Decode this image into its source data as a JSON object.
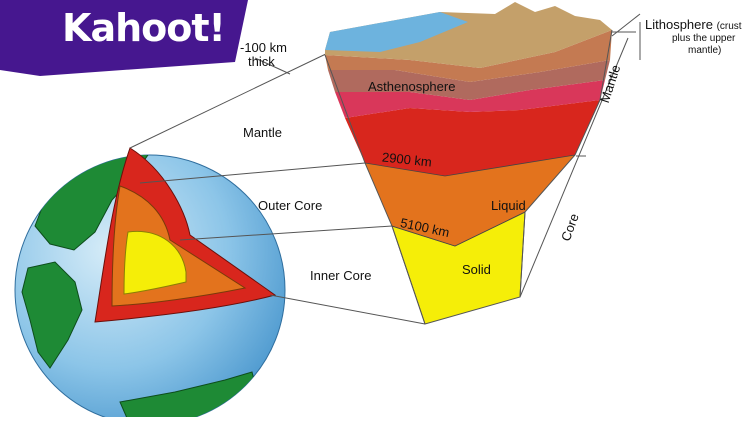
{
  "logo": {
    "text": "Kahoot!",
    "color": "#46178f"
  },
  "labels": {
    "thickness_line1": "-100 km",
    "thickness_line2": "thick",
    "lithosphere_title": "Lithosphere",
    "lithosphere_note1": "(crust",
    "lithosphere_note2": "plus the upper",
    "lithosphere_note3": "mantle)",
    "asthenosphere": "Asthenosphere",
    "mantle_left": "Mantle",
    "mantle_right": "Mantle",
    "depth_2900": "2900 km",
    "outer_core": "Outer Core",
    "liquid": "Liquid",
    "depth_5100": "5100 km",
    "core_right": "Core",
    "inner_core": "Inner Core",
    "solid": "Solid"
  },
  "colors": {
    "ocean": "#6db3de",
    "land": "#1e8a35",
    "crust": "#c4a06a",
    "asthenosphere": "#b06a5e",
    "upper_mantle": "#d9375a",
    "mantle": "#d8261d",
    "outer_core": "#e3731d",
    "inner_core": "#f5ee08"
  }
}
